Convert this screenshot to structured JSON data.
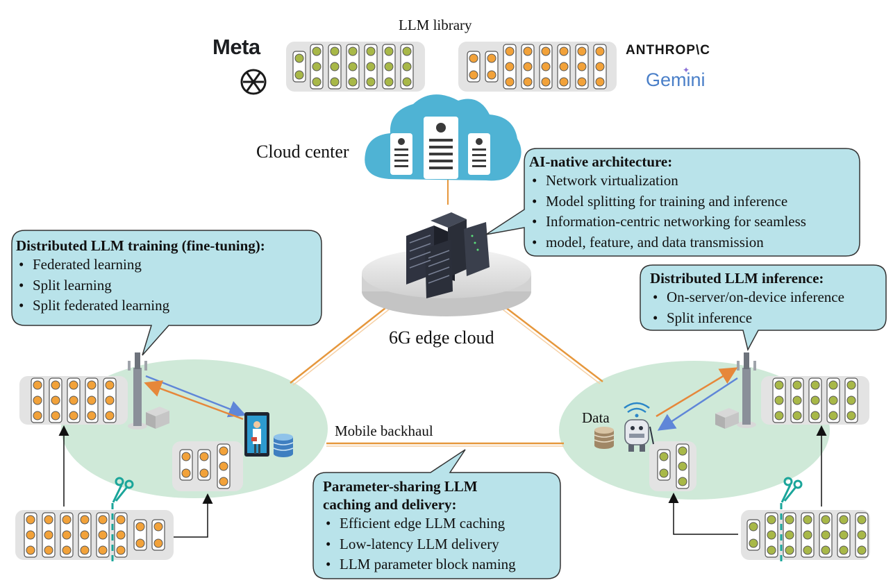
{
  "top": {
    "library_label": "LLM library",
    "cloud_label": "Cloud center",
    "edge_label": "6G edge cloud",
    "backhaul_label": "Mobile backhaul",
    "data_label": "Data"
  },
  "brands": {
    "meta": "Meta",
    "anthropic": "ANTHROP\\C",
    "gemini": "Gemini"
  },
  "callouts": {
    "architecture": {
      "title": "AI-native architecture:",
      "items": [
        "Network virtualization",
        "Model splitting for training and inference",
        "Information-centric networking for seamless",
        "model, feature, and data transmission"
      ]
    },
    "training": {
      "title": "Distributed LLM training (fine-tuning):",
      "items": [
        "Federated learning",
        "Split learning",
        "Split federated learning"
      ]
    },
    "inference": {
      "title": "Distributed LLM inference:",
      "items": [
        "On-server/on-device inference",
        "Split inference"
      ]
    },
    "caching": {
      "title_line1": "Parameter-sharing LLM",
      "title_line2": "caching and delivery:",
      "items": [
        "Efficient edge LLM caching",
        "Low-latency LLM delivery",
        "LLM parameter block naming"
      ]
    }
  },
  "colors": {
    "callout_fill": "#b9e3ea",
    "region_fill": "#cfe9d8",
    "orange_dot": "#f2a23a",
    "green_dot": "#a8b848",
    "cloud": "#4fb3d4",
    "link": "#e6973c",
    "arrow_blue": "#6b8fd6"
  },
  "icons": [
    "meta-logo",
    "openai-logo",
    "cloud-icon",
    "server-rack-icon",
    "cell-tower-icon",
    "scissors-icon",
    "database-icon",
    "robot-icon",
    "wifi-icon",
    "doctor-device-icon"
  ]
}
